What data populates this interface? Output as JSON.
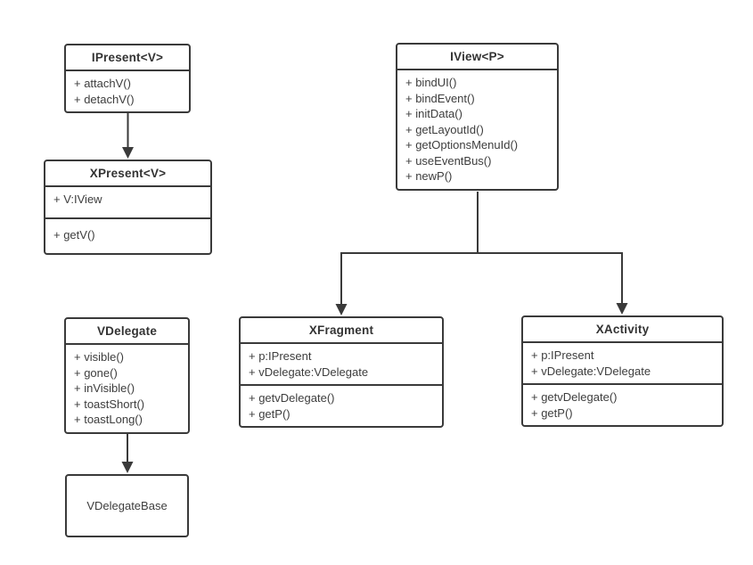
{
  "diagram": {
    "kind": "uml-class-diagram",
    "colors": {
      "background": "#ffffff",
      "line": "#3a3a3a",
      "text": "#3d3d3d",
      "box_fill": "#ffffff"
    },
    "classes": {
      "ipresent": {
        "name": "IPresent<V>",
        "methods": [
          "+ attachV()",
          "+ detachV()"
        ]
      },
      "xpresent": {
        "name": "XPresent<V>",
        "fields": [
          "+ V:IView"
        ],
        "methods": [
          "+ getV()"
        ]
      },
      "iview": {
        "name": "IView<P>",
        "methods": [
          "+ bindUI()",
          "+ bindEvent()",
          "+ initData()",
          "+ getLayoutId()",
          "+ getOptionsMenuId()",
          "+ useEventBus()",
          "+ newP()"
        ]
      },
      "xfragment": {
        "name": "XFragment",
        "fields": [
          "+ p:IPresent",
          "+ vDelegate:VDelegate"
        ],
        "methods": [
          "+ getvDelegate()",
          "+ getP()"
        ]
      },
      "xactivity": {
        "name": "XActivity",
        "fields": [
          "+ p:IPresent",
          "+ vDelegate:VDelegate"
        ],
        "methods": [
          "+ getvDelegate()",
          "+ getP()"
        ]
      },
      "vdelegate": {
        "name": "VDelegate",
        "methods": [
          "+ visible()",
          "+ gone()",
          "+ inVisible()",
          "+ toastShort()",
          "+ toastLong()"
        ]
      },
      "vdelegatebase": {
        "name": "VDelegateBase"
      }
    },
    "edges": [
      {
        "from": "IPresent<V>",
        "to": "XPresent<V>",
        "type": "arrow-down"
      },
      {
        "from": "IView<P>",
        "to": "XFragment",
        "type": "arrow-down"
      },
      {
        "from": "IView<P>",
        "to": "XActivity",
        "type": "arrow-down"
      },
      {
        "from": "VDelegate",
        "to": "VDelegateBase",
        "type": "arrow-down"
      }
    ]
  }
}
